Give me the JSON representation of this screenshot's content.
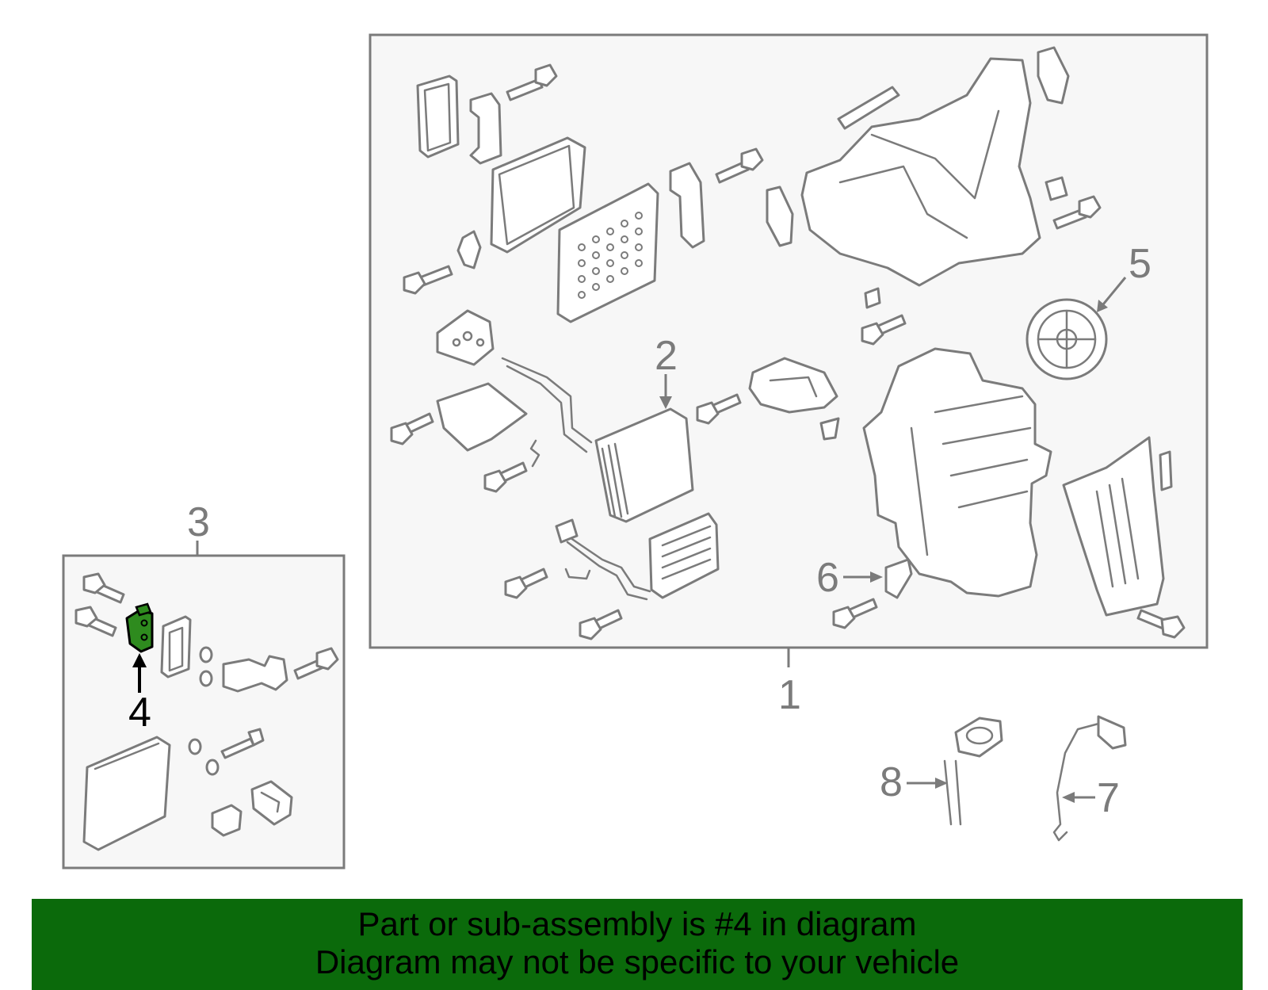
{
  "diagram": {
    "callouts": {
      "c1": "1",
      "c2": "2",
      "c3": "3",
      "c4": "4",
      "c5": "5",
      "c6": "6",
      "c7": "7",
      "c8": "8"
    },
    "highlight_color": "#2e8b1e",
    "box_fill": "#f7f7f7",
    "line_color": "#7b7b7b"
  },
  "banner": {
    "line1": "Part or sub-assembly is #4 in diagram",
    "line2": "Diagram may not be specific to your vehicle",
    "background": "#0b6a0b"
  }
}
